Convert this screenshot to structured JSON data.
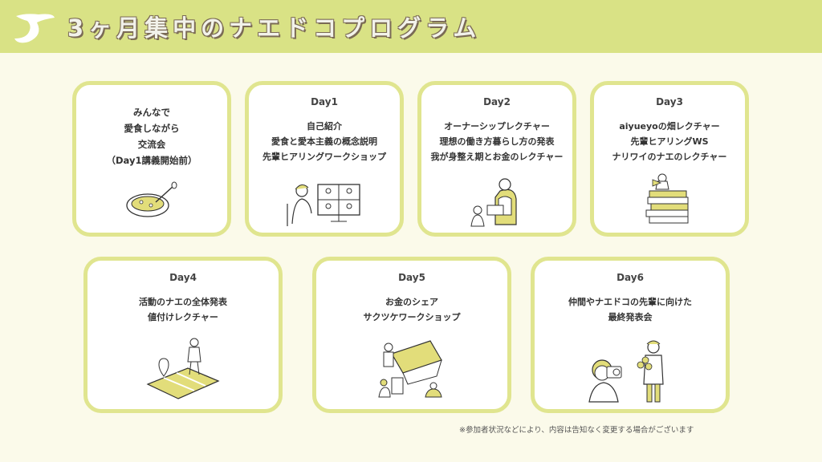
{
  "header": {
    "title": "3ヶ月集中のナエドコプログラム"
  },
  "cards": [
    {
      "day": "",
      "lines": [
        "みんなで",
        "愛食しながら",
        "交流会",
        "（Day1講義開始前）"
      ]
    },
    {
      "day": "Day1",
      "lines": [
        "自己紹介",
        "愛食と愛本主義の概念説明",
        "先輩ヒアリングワークショップ"
      ]
    },
    {
      "day": "Day2",
      "lines": [
        "オーナーシップレクチャー",
        "理想の働き方暮らし方の発表",
        "我が身整え期とお金のレクチャー"
      ]
    },
    {
      "day": "Day3",
      "lines": [
        "aiyueyoの畑レクチャー",
        "先輩ヒアリングWS",
        "ナリワイのナエのレクチャー"
      ]
    },
    {
      "day": "Day4",
      "lines": [
        "活動のナエの全体発表",
        "値付けレクチャー"
      ]
    },
    {
      "day": "Day5",
      "lines": [
        "お金のシェア",
        "サクツケワークショップ"
      ]
    },
    {
      "day": "Day6",
      "lines": [
        "仲間やナエドコの先輩に向けた",
        "最終発表会"
      ]
    }
  ],
  "footnote": "※参加者状況などにより、内容は告知なく変更する場合がございます",
  "colors": {
    "header_bg": "#d9e285",
    "card_border": "#e0e58f",
    "page_bg": "#fbfaea",
    "accent": "#e2dd7a"
  }
}
